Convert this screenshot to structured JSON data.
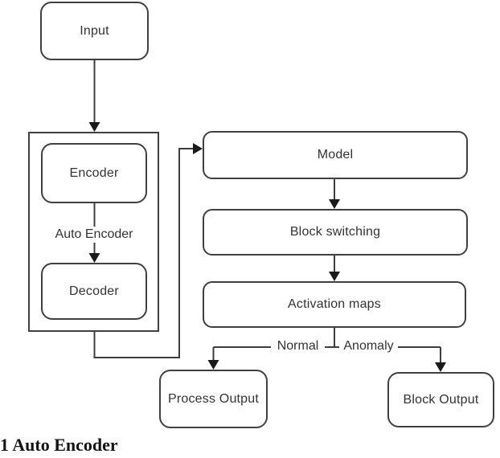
{
  "diagram": {
    "nodes": {
      "input": "Input",
      "encoder": "Encoder",
      "decoder": "Decoder",
      "model": "Model",
      "block_switching": "Block switching",
      "activation_maps": "Activation maps",
      "process_output": "Process Output",
      "block_output": "Block Output"
    },
    "edge_labels": {
      "auto_encoder": "Auto Encoder",
      "normal": "Normal",
      "anomaly": "Anomaly"
    },
    "colors": {
      "background": "#ffffff",
      "box_border": "#404040",
      "line": "#3d3d3d",
      "arrowhead": "#1a1a1a",
      "text": "#333333",
      "caption_text": "#141414"
    }
  },
  "caption": "1 Auto Encoder"
}
